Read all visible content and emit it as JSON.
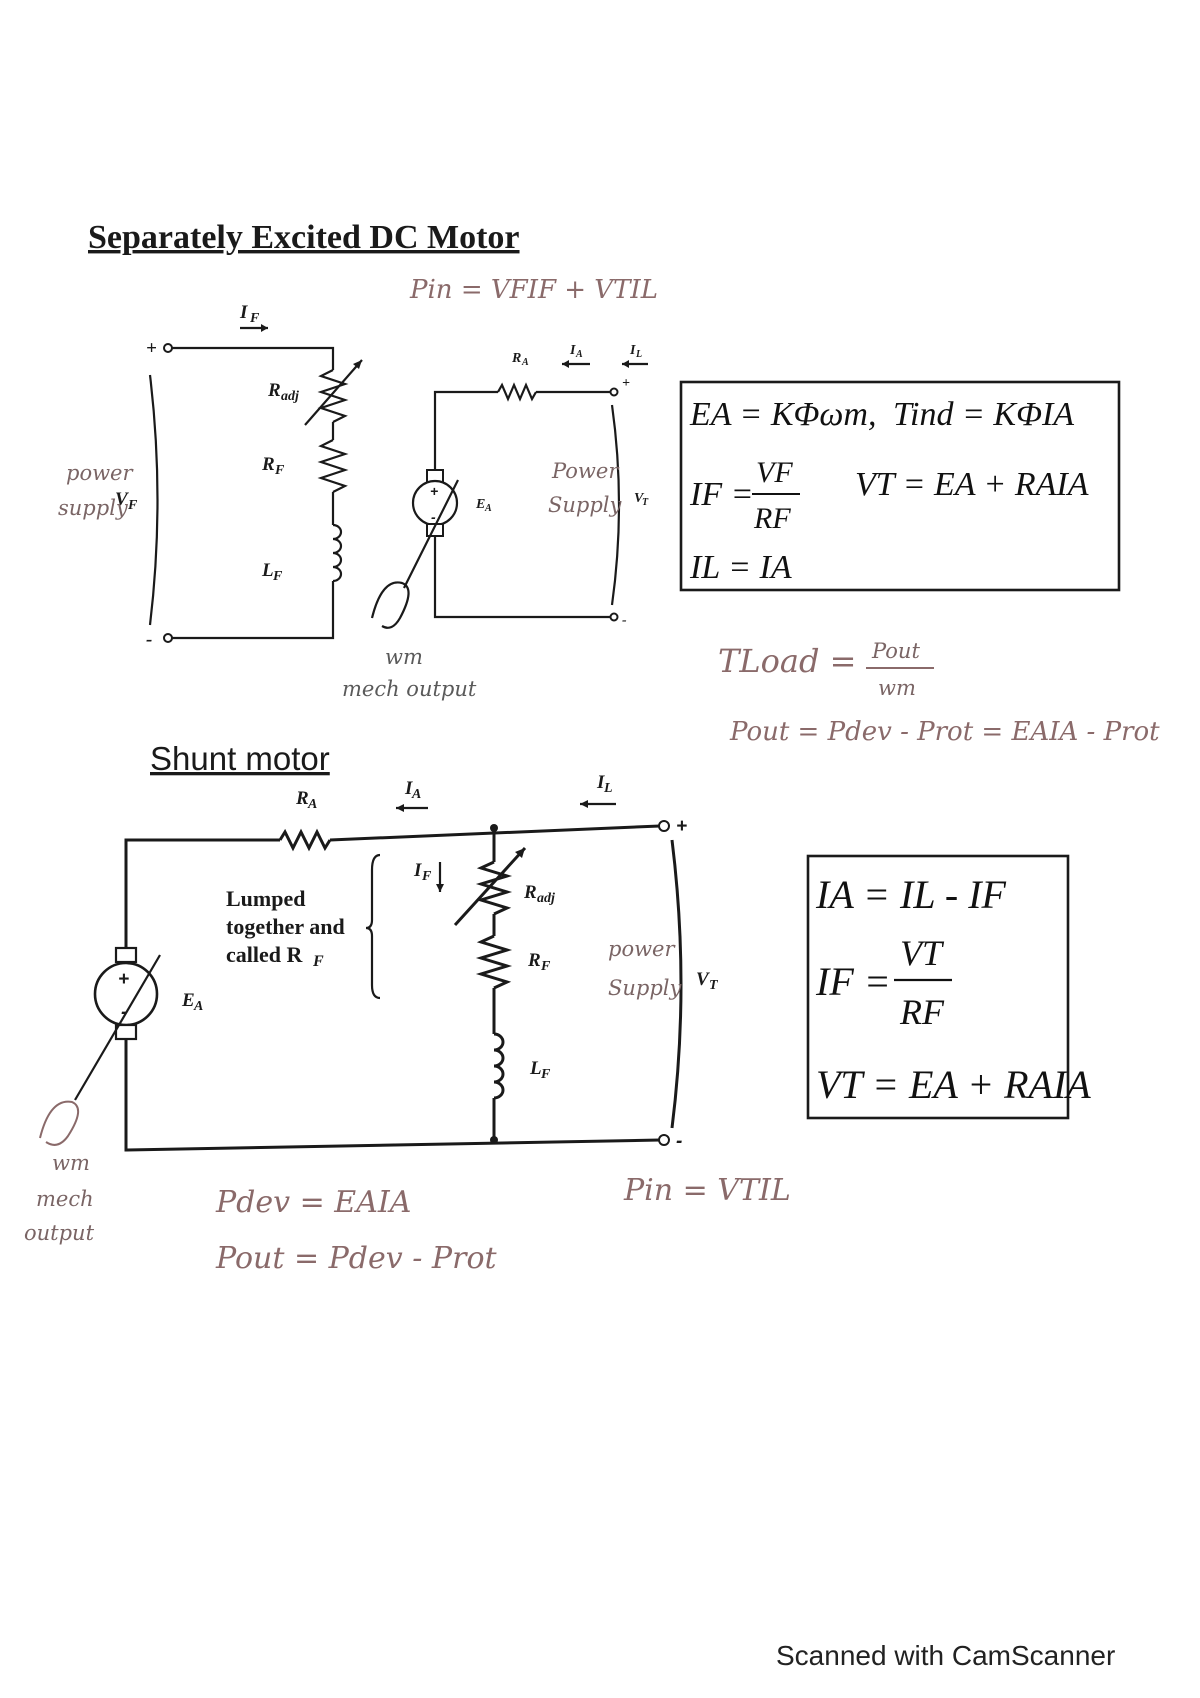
{
  "titles": {
    "separately": "Separately Excited DC Motor",
    "shunt": "Shunt motor"
  },
  "sep_circuit": {
    "field_current": "I",
    "field_current_sub": "F",
    "plus": "+",
    "minus": "-",
    "vf": "V",
    "vf_sub": "F",
    "radj": "R",
    "radj_sub": "adj",
    "rf": "R",
    "rf_sub": "F",
    "lf": "L",
    "lf_sub": "F",
    "ra": "R",
    "ra_sub": "A",
    "ia": "I",
    "ia_sub": "A",
    "il": "I",
    "il_sub": "L",
    "ea": "E",
    "ea_sub": "A",
    "vt": "V",
    "vt_sub": "T"
  },
  "sep_notes": {
    "pin": "Pin = VFIF + VTIL",
    "power_supply_left_1": "power",
    "power_supply_left_2": "supply",
    "power_supply_mid_1": "Power",
    "power_supply_mid_2": "Supply",
    "wm": "wm",
    "mech_output": "mech output",
    "tload": "TLoad =",
    "pout_num": "Pout",
    "wm_den": "wm",
    "pout_eq": "Pout = Pdev - Prot = EAIA - Prot"
  },
  "sep_equations": {
    "l1": "EA = KΦωm,",
    "l1b": "Tind = KΦIA",
    "l2a": "IF =",
    "l2num": "VF",
    "l2den": "RF",
    "l2b": "VT = EA + RAIA",
    "l3": "IL = IA"
  },
  "shunt_circuit": {
    "ra": "R",
    "ra_sub": "A",
    "ia": "I",
    "ia_sub": "A",
    "il": "I",
    "il_sub": "L",
    "if": "I",
    "if_sub": "F",
    "radj": "R",
    "radj_sub": "adj",
    "rf": "R",
    "rf_sub": "F",
    "lf": "L",
    "lf_sub": "F",
    "ea": "E",
    "ea_sub": "A",
    "vt": "V",
    "vt_sub": "T",
    "plus": "+",
    "minus": "-",
    "lumped_1": "Lumped",
    "lumped_2": "together and",
    "lumped_3": "called R"
  },
  "shunt_notes": {
    "power_supply_1": "power",
    "power_supply_2": "Supply",
    "wm": "wm",
    "mech": "mech",
    "output": "output",
    "pdev": "Pdev = EAIA",
    "pout": "Pout = Pdev - Prot",
    "pin": "Pin = VTIL"
  },
  "shunt_equations": {
    "l1": "IA = IL - IF",
    "l2a": "IF =",
    "l2num": "VT",
    "l2den": "RF",
    "l3": "VT = EA + RAIA"
  },
  "footer": "Scanned with CamScanner"
}
